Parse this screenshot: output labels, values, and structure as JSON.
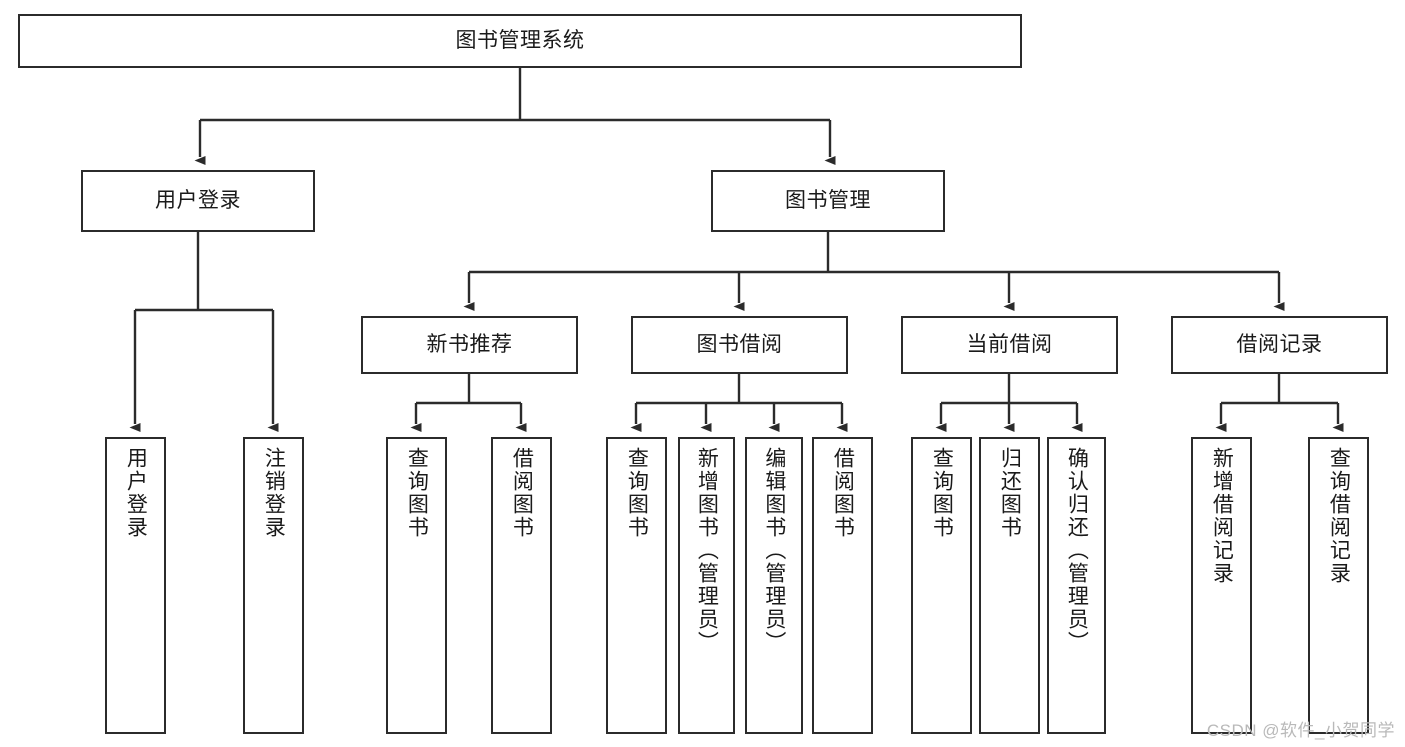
{
  "diagram": {
    "type": "tree-hierarchy-chart",
    "title": "图书管理系统",
    "background_color": "#ffffff",
    "node_border_color": "#2b2b2b",
    "edge_color": "#2b2b2b",
    "nodes": {
      "root": {
        "label": "图书管理系统",
        "level": 1,
        "orientation": "horizontal"
      },
      "user_login": {
        "label": "用户登录",
        "level": 2,
        "orientation": "horizontal"
      },
      "book_manage": {
        "label": "图书管理",
        "level": 2,
        "orientation": "horizontal"
      },
      "new_book_rec": {
        "label": "新书推荐",
        "level": 3,
        "orientation": "horizontal"
      },
      "book_borrow": {
        "label": "图书借阅",
        "level": 3,
        "orientation": "horizontal"
      },
      "current_borrow": {
        "label": "当前借阅",
        "level": 3,
        "orientation": "horizontal"
      },
      "borrow_record": {
        "label": "借阅记录",
        "level": 3,
        "orientation": "horizontal"
      },
      "leaf_user_login": {
        "label": "用户登录",
        "level": 4,
        "orientation": "vertical"
      },
      "leaf_logout": {
        "label": "注销登录",
        "level": 4,
        "orientation": "vertical"
      },
      "leaf_query_book_1": {
        "label": "查询图书",
        "level": 4,
        "orientation": "vertical"
      },
      "leaf_borrow_book_1": {
        "label": "借阅图书",
        "level": 4,
        "orientation": "vertical"
      },
      "leaf_query_book_2": {
        "label": "查询图书",
        "level": 4,
        "orientation": "vertical"
      },
      "leaf_add_book": {
        "label": "新增图书（管理员）",
        "level": 4,
        "orientation": "vertical"
      },
      "leaf_edit_book": {
        "label": "编辑图书（管理员）",
        "level": 4,
        "orientation": "vertical"
      },
      "leaf_borrow_book_2": {
        "label": "借阅图书",
        "level": 4,
        "orientation": "vertical"
      },
      "leaf_query_book_3": {
        "label": "查询图书",
        "level": 4,
        "orientation": "vertical"
      },
      "leaf_return_book": {
        "label": "归还图书",
        "level": 4,
        "orientation": "vertical"
      },
      "leaf_confirm_return": {
        "label": "确认归还（管理员）",
        "level": 4,
        "orientation": "vertical"
      },
      "leaf_add_record": {
        "label": "新增借阅记录",
        "level": 4,
        "orientation": "vertical"
      },
      "leaf_query_record": {
        "label": "查询借阅记录",
        "level": 4,
        "orientation": "vertical"
      }
    },
    "edges": [
      {
        "from": "root",
        "to": "user_login"
      },
      {
        "from": "root",
        "to": "book_manage"
      },
      {
        "from": "user_login",
        "to": "leaf_user_login"
      },
      {
        "from": "user_login",
        "to": "leaf_logout"
      },
      {
        "from": "book_manage",
        "to": "new_book_rec"
      },
      {
        "from": "book_manage",
        "to": "book_borrow"
      },
      {
        "from": "book_manage",
        "to": "current_borrow"
      },
      {
        "from": "book_manage",
        "to": "borrow_record"
      },
      {
        "from": "new_book_rec",
        "to": "leaf_query_book_1"
      },
      {
        "from": "new_book_rec",
        "to": "leaf_borrow_book_1"
      },
      {
        "from": "book_borrow",
        "to": "leaf_query_book_2"
      },
      {
        "from": "book_borrow",
        "to": "leaf_add_book"
      },
      {
        "from": "book_borrow",
        "to": "leaf_edit_book"
      },
      {
        "from": "book_borrow",
        "to": "leaf_borrow_book_2"
      },
      {
        "from": "current_borrow",
        "to": "leaf_query_book_3"
      },
      {
        "from": "current_borrow",
        "to": "leaf_return_book"
      },
      {
        "from": "current_borrow",
        "to": "leaf_confirm_return"
      },
      {
        "from": "borrow_record",
        "to": "leaf_add_record"
      },
      {
        "from": "borrow_record",
        "to": "leaf_query_record"
      }
    ]
  },
  "watermark": {
    "text": "CSDN @软件_小贺同学",
    "color": "#b9b9b9"
  }
}
